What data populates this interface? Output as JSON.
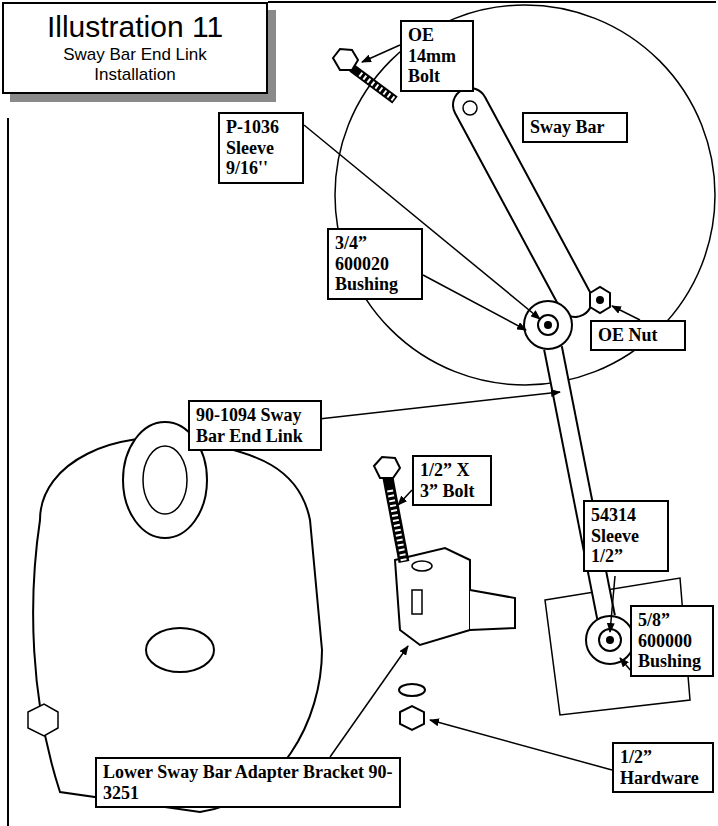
{
  "diagram": {
    "nodes": [
      {
        "text": [
          "Illustration 11",
          "Sway Bar End Link Installation"
        ]
      },
      {
        "text": [
          "OE 14mm Bolt"
        ]
      },
      {
        "text": [
          "Sway Bar"
        ]
      },
      {
        "text": [
          "P-1036 Sleeve 9/16''"
        ]
      },
      {
        "text": [
          "3/4” 600020 Bushing"
        ]
      },
      {
        "text": [
          "OE Nut"
        ]
      },
      {
        "text": [
          "90-1094 Sway Bar End Link"
        ]
      },
      {
        "text": [
          "1/2” X 3” Bolt"
        ]
      },
      {
        "text": [
          "54314 Sleeve 1/2”"
        ]
      },
      {
        "text": [
          "5/8” 600000 Bushing"
        ]
      },
      {
        "text": [
          "Lower Sway Bar Adapter Bracket 90-3251"
        ]
      },
      {
        "text": [
          "1/2” Hardware"
        ]
      }
    ]
  }
}
